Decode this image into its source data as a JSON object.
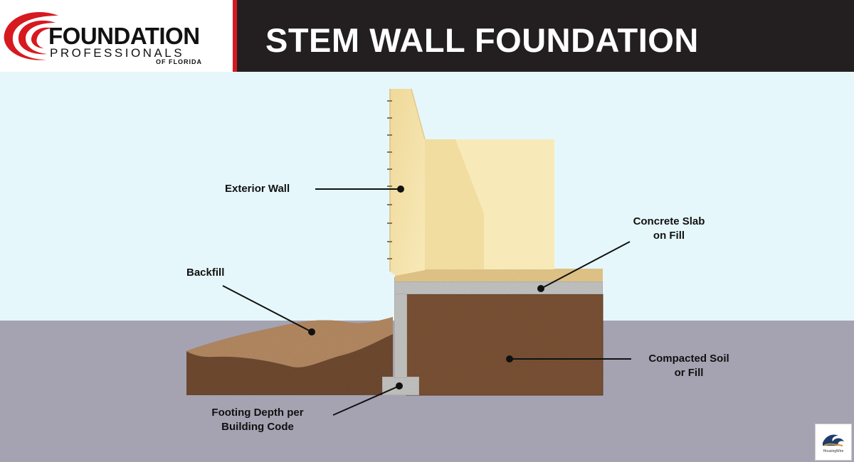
{
  "brand": {
    "name": "FOUNDATION",
    "subname": "PROFESSIONALS",
    "tagline": "OF FLORIDA",
    "colors": {
      "red": "#d71920",
      "black": "#231f20"
    }
  },
  "title": "STEM WALL FOUNDATION",
  "labels": {
    "exterior_wall": "Exterior Wall",
    "concrete_slab_line1": "Concrete Slab",
    "concrete_slab_line2": "on Fill",
    "backfill": "Backfill",
    "compacted_soil_line1": "Compacted Soil",
    "compacted_soil_line2": "or Fill",
    "footing_line1": "Footing Depth per",
    "footing_line2": "Building Code"
  },
  "watermark": {
    "text": "HousingWire",
    "icon": "wave-logo-icon"
  },
  "colors": {
    "sky": "#e6f7fb",
    "ground": "#a5a3b2",
    "wall": "#f6e6b0",
    "soil": "#7a5235",
    "backfill": "#b48a62",
    "concrete": "#c4c4c2",
    "slab_top": "#e6c88a"
  }
}
